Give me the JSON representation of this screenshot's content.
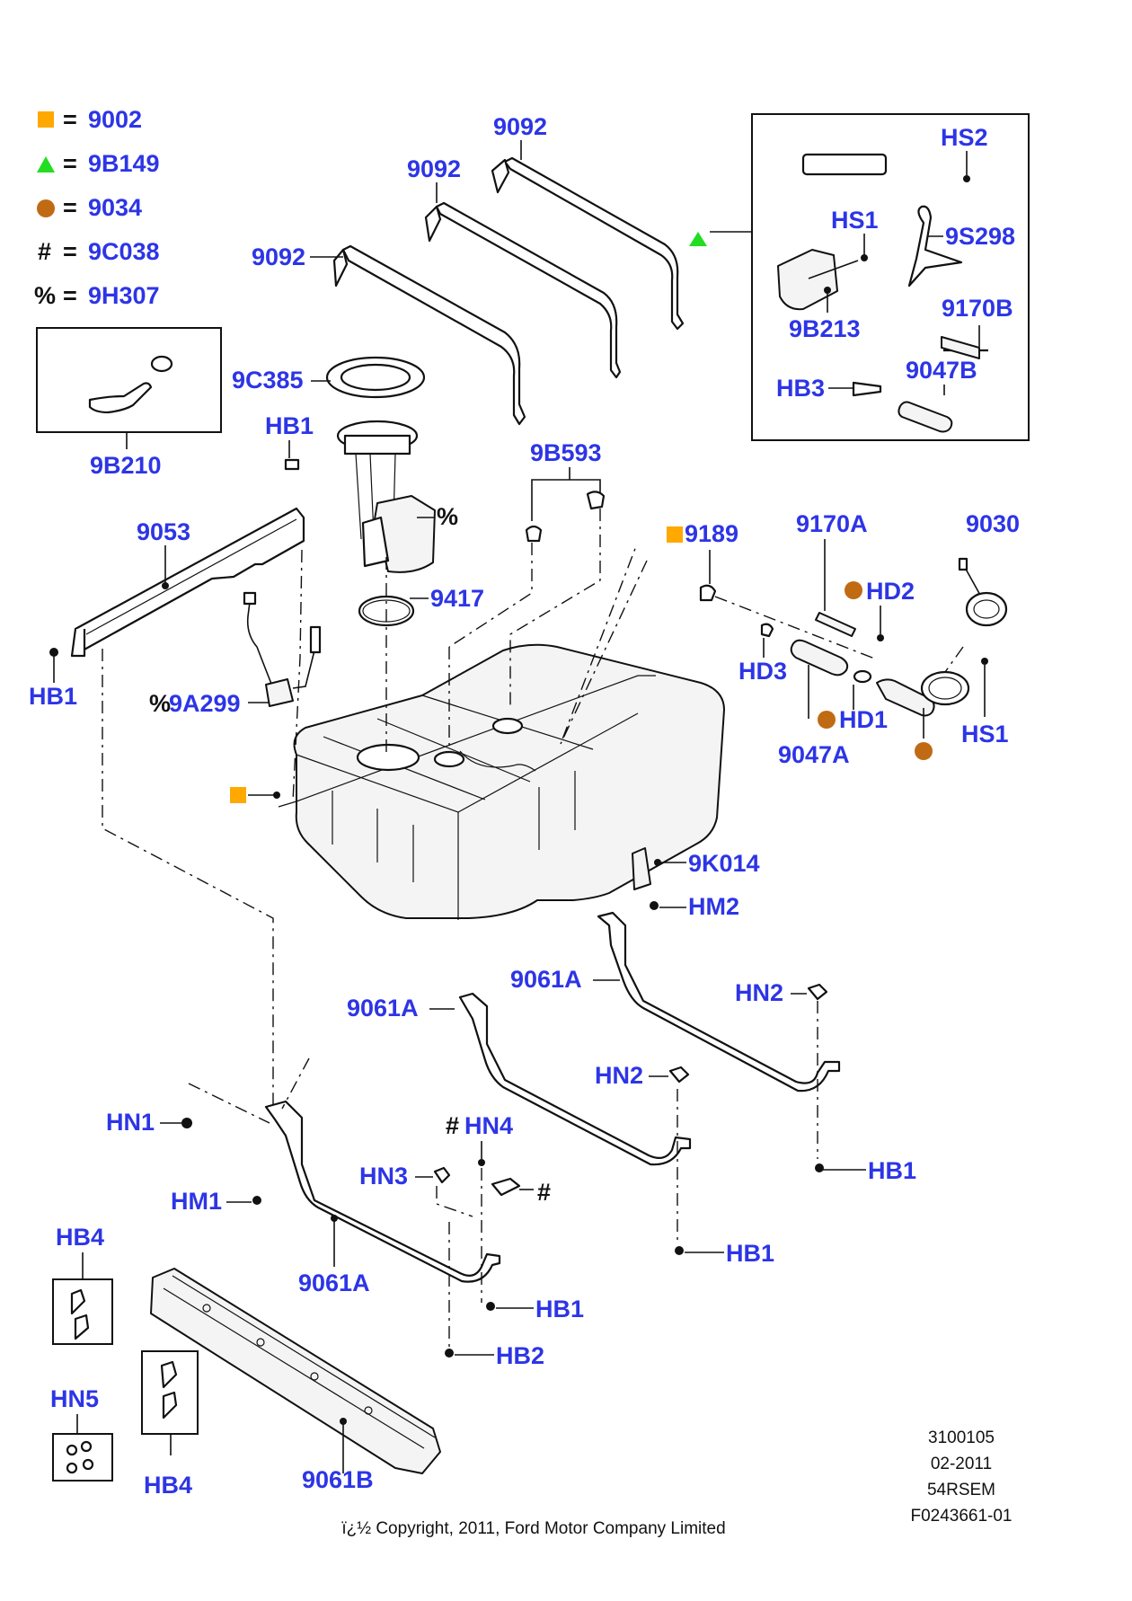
{
  "legend": [
    {
      "symbol": "square",
      "color": "#ffa800",
      "eq": "=",
      "code": "9002"
    },
    {
      "symbol": "triangle",
      "color": "#22dd22",
      "eq": "=",
      "code": "9B149"
    },
    {
      "symbol": "circle",
      "color": "#c06a14",
      "eq": "=",
      "code": "9034"
    },
    {
      "symbol": "#",
      "eq": "=",
      "code": "9C038"
    },
    {
      "symbol": "%",
      "eq": "=",
      "code": "9H307"
    }
  ],
  "labels": {
    "strap_9092_a": "9092",
    "strap_9092_b": "9092",
    "strap_9092_c": "9092",
    "kit_9b210": "9B210",
    "seal_9c385": "9C385",
    "hb1_top": "HB1",
    "bracket_9053": "9053",
    "hb1_left": "HB1",
    "pump_pct": "%",
    "ring_9417": "9417",
    "sensor_9a299": "9A299",
    "sensor_pct": "%",
    "valve_9b593": "9B593",
    "hose_9189": "9189",
    "hose_9170a": "9170A",
    "cap_9030": "9030",
    "hd2": "HD2",
    "hd3": "HD3",
    "hd1": "HD1",
    "hs1_right": "HS1",
    "hose_9047a": "9047A",
    "hs2": "HS2",
    "hs1_box": "HS1",
    "bracket_9s298": "9S298",
    "plate_9b213": "9B213",
    "hose_9170b": "9170B",
    "hb3": "HB3",
    "hose_9047b": "9047B",
    "shield_9k014": "9K014",
    "hm2": "HM2",
    "strap_9061a_right": "9061A",
    "strap_9061a_mid": "9061A",
    "strap_9061a_left": "9061A",
    "hn2_right": "HN2",
    "hn2_mid": "HN2",
    "hb1_right": "HB1",
    "hb1_mid": "HB1",
    "hb1_low": "HB1",
    "hn1": "HN1",
    "hm1": "HM1",
    "hn4": "HN4",
    "hn4_hash": "#",
    "hn3": "HN3",
    "clip_hash": "#",
    "hb2": "HB2",
    "hb4_top": "HB4",
    "hn5": "HN5",
    "hb4_bottom": "HB4",
    "crossmember_9061b": "9061B"
  },
  "doc_info": {
    "number": "3100105",
    "date": "02-2011",
    "code": "54RSEM",
    "figure": "F0243661-01",
    "copyright": "ï¿½ Copyright, 2011, Ford Motor Company Limited"
  }
}
